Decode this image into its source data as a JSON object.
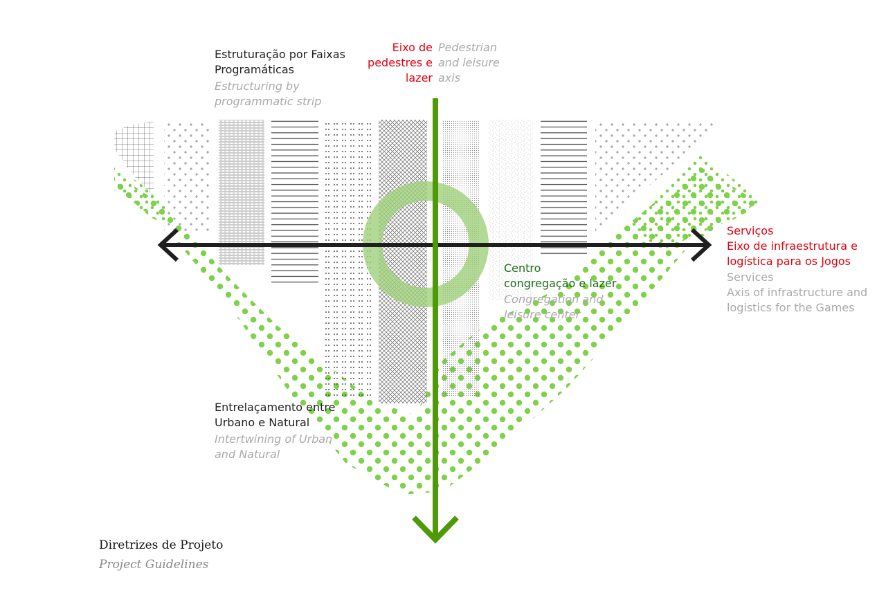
{
  "labels": {
    "strip_title_pt": [
      "Estruturação por Faixas",
      "Programáticas"
    ],
    "strip_title_en": [
      "Estructuring by",
      "programmatic strip"
    ],
    "pedestrian_pt": [
      "Eixo de",
      "pedestres e",
      "lazer"
    ],
    "pedestrian_en": [
      "Pedestrian",
      "and leisure",
      "axis"
    ],
    "services_pt": [
      "Serviços",
      "Eixo de infraestrutura e",
      "logística para os Jogos"
    ],
    "services_en": [
      "Services",
      "Axis of infrastructure and",
      "logistics for the Games"
    ],
    "center_pt": [
      "Centro",
      "congregação e lazer"
    ],
    "center_en": [
      "Congregation and",
      "leisure center"
    ],
    "intertwine_pt": [
      "Entrelaçamento entre",
      "Urbano e Natural"
    ],
    "intertwine_en": [
      "Intertwining of Urban",
      "and Natural"
    ],
    "footer_pt": "Diretrizes de Projeto",
    "footer_en": "Project Guidelines"
  },
  "colors": {
    "green_axis": "#4e9a06",
    "green_dots": "#7fd14a",
    "ring": "#9fcf7a",
    "black_axis": "#1f1f1f",
    "red": "#e3000f",
    "dark_green": "#1a6e1a",
    "gray": "#aaaaaa"
  }
}
